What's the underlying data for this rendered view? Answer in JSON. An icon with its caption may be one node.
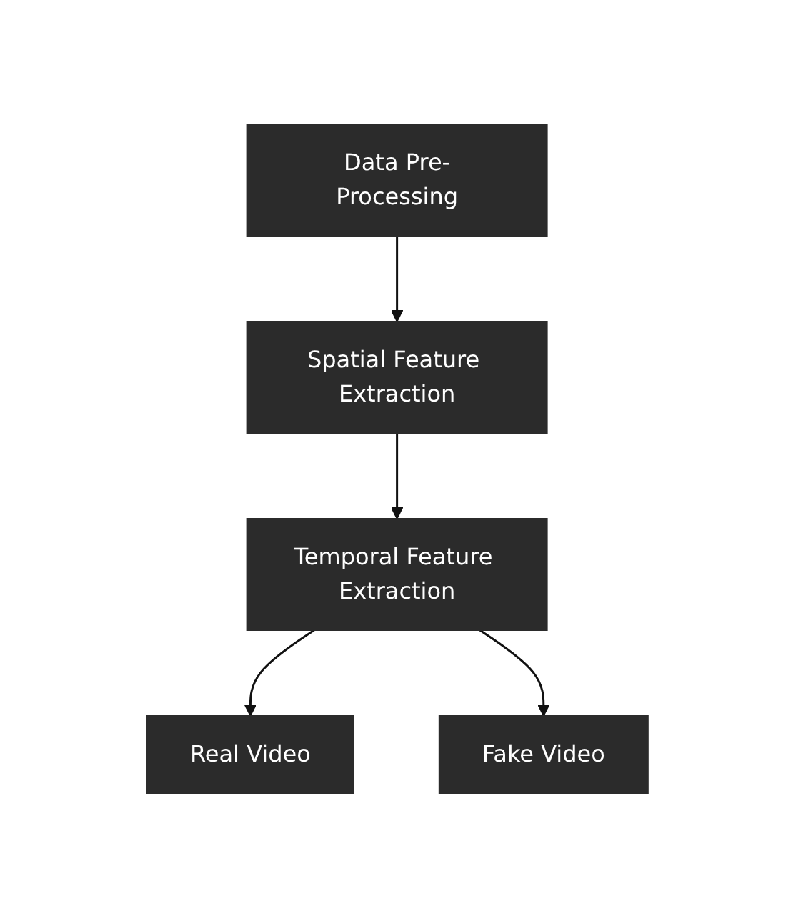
{
  "diagram": {
    "nodes": [
      {
        "text": [
          "Data Pre-Processing"
        ]
      },
      {
        "text": [
          "Spatial Feature Extraction"
        ]
      },
      {
        "text": [
          "Temporal Feature Extraction"
        ]
      },
      {
        "text": [
          "Real Video"
        ]
      },
      {
        "text": [
          "Fake Video"
        ]
      }
    ],
    "edges": [
      {
        "from": 0,
        "to": 1,
        "arrow": "to"
      },
      {
        "from": 1,
        "to": 2,
        "arrow": "to"
      },
      {
        "from": 2,
        "to": 3,
        "arrow": "to"
      },
      {
        "from": 2,
        "to": 4,
        "arrow": "to"
      }
    ]
  }
}
